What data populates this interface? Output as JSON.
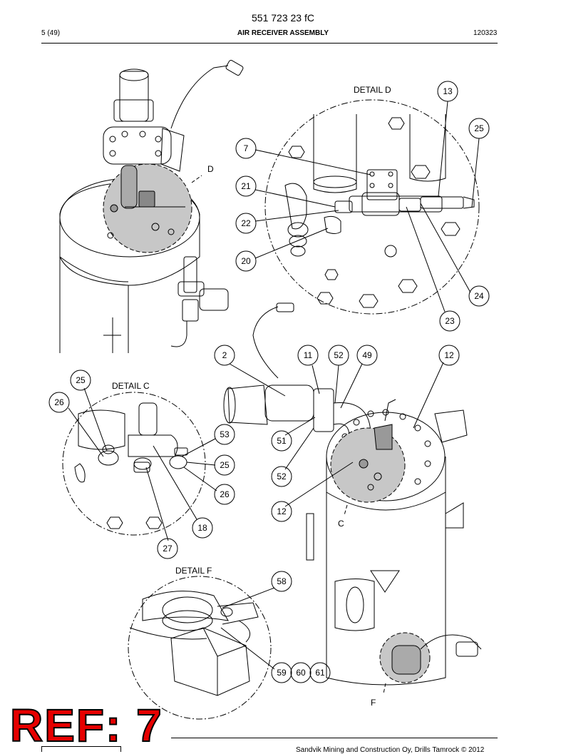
{
  "header": {
    "doc_number": "551 723 23 fC",
    "page": "5 (49)",
    "title": "AIR RECEIVER ASSEMBLY",
    "date": "120323"
  },
  "details": {
    "d_title": "DETAIL D",
    "c_title": "DETAIL C",
    "f_title": "DETAIL F",
    "d_mark": "D",
    "c_mark": "C",
    "f_mark": "F"
  },
  "callouts": {
    "c13": "13",
    "c25a": "25",
    "c7": "7",
    "c21": "21",
    "c22": "22",
    "c20": "20",
    "c24": "24",
    "c23": "23",
    "c2": "2",
    "c11": "11",
    "c52a": "52",
    "c49": "49",
    "c12a": "12",
    "c51": "51",
    "c52b": "52",
    "c12b": "12",
    "c25b": "25",
    "c26a": "26",
    "c53": "53",
    "c25c": "25",
    "c26b": "26",
    "c18": "18",
    "c27": "27",
    "c58": "58",
    "c59": "59",
    "c60": "60",
    "c61": "61"
  },
  "stamp": "REF: 7",
  "footer": "Sandvik Mining and Construction Oy, Drills Tamrock © 2012"
}
